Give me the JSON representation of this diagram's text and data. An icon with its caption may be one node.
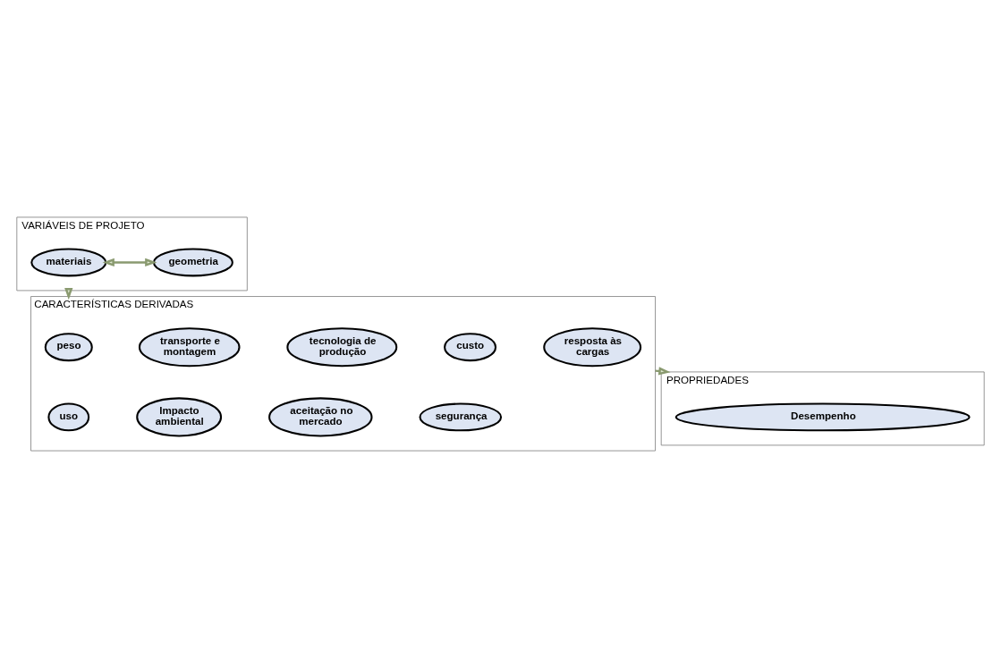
{
  "diagram": {
    "nodes": [
      {
        "text": [
          "VARIÁVEIS DE PROJETO"
        ]
      },
      {
        "text": [
          "materiais"
        ],
        "in": 0
      },
      {
        "text": [
          "geometria"
        ],
        "in": 0
      },
      {
        "text": [
          "CARACTERÍSTICAS DERIVADAS"
        ]
      },
      {
        "text": [
          "peso"
        ],
        "in": 3
      },
      {
        "text": [
          "transporte e montagem"
        ],
        "in": 3
      },
      {
        "text": [
          "tecnologia de produção"
        ],
        "in": 3
      },
      {
        "text": [
          "custo"
        ],
        "in": 3
      },
      {
        "text": [
          "resposta às cargas"
        ],
        "in": 3
      },
      {
        "text": [
          "uso"
        ],
        "in": 3
      },
      {
        "text": [
          "Impacto ambiental"
        ],
        "in": 3
      },
      {
        "text": [
          "aceitação no mercado"
        ],
        "in": 3
      },
      {
        "text": [
          "segurança"
        ],
        "in": 3
      },
      {
        "text": [
          "PROPRIEDADES"
        ]
      },
      {
        "text": [
          "Desempenho"
        ],
        "in": 13
      }
    ],
    "edges": [
      {
        "from": 1,
        "to": 2,
        "arrow": "both"
      },
      {
        "from": 0,
        "to": 3,
        "arrow": "to"
      },
      {
        "from": 3,
        "to": 13,
        "arrow": "to"
      }
    ]
  }
}
